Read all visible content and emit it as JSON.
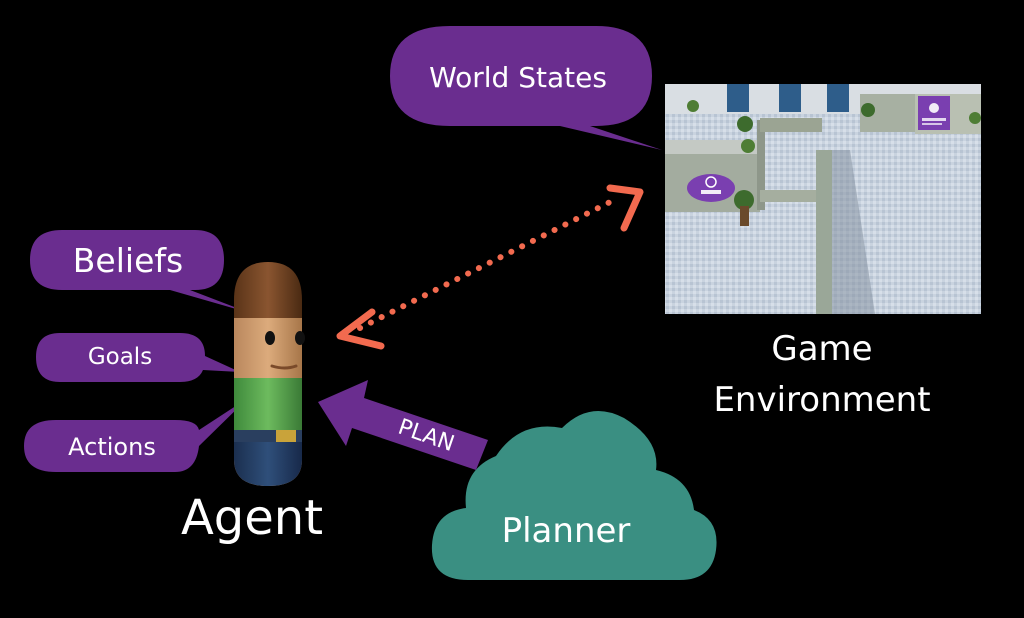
{
  "bubbles": {
    "world_states": "World States",
    "beliefs": "Beliefs",
    "goals": "Goals",
    "actions": "Actions"
  },
  "labels": {
    "agent": "Agent",
    "game_environment_line1": "Game",
    "game_environment_line2": "Environment",
    "plan": "PLAN",
    "planner": "Planner"
  },
  "colors": {
    "bubble": "#6a2d8f",
    "cloud": "#3a8f82",
    "arrow": "#6a2d8f",
    "dotted_arrow": "#f26a4f",
    "background": "#000000"
  },
  "icons": {
    "agent_character": "capsule-character-icon",
    "environment_scene": "game-screenshot"
  }
}
